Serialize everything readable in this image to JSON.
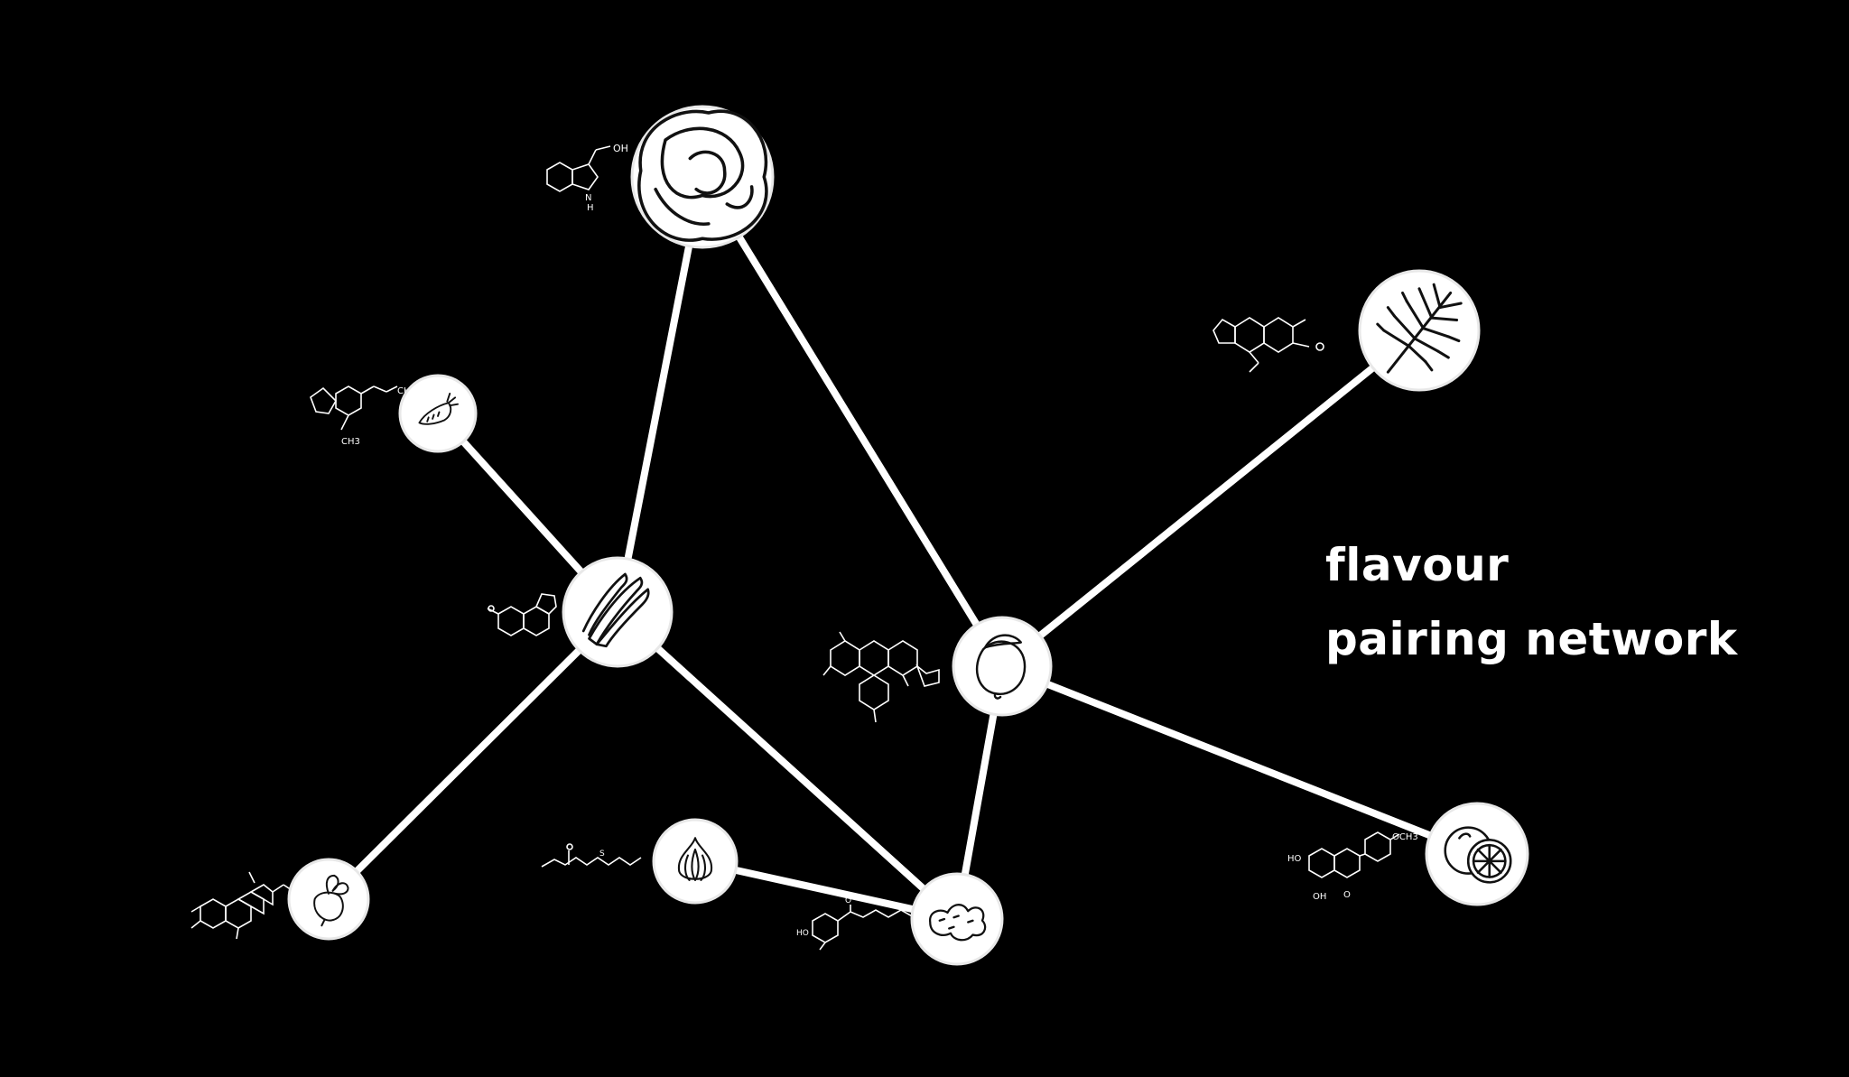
{
  "title": {
    "line1": "flavour",
    "line2": "pairing network"
  },
  "colors": {
    "background": "#000000",
    "edge": "#ffffff",
    "node_fill": "#ffffff",
    "icon_stroke": "#111111",
    "molecule_stroke": "#ffffff"
  },
  "nodes": [
    {
      "id": "cabbage",
      "icon": "cabbage-icon"
    },
    {
      "id": "carrot",
      "icon": "carrot-icon"
    },
    {
      "id": "celery",
      "icon": "celery-icon"
    },
    {
      "id": "dill",
      "icon": "dill-icon"
    },
    {
      "id": "lemon",
      "icon": "lemon-icon"
    },
    {
      "id": "beetroot",
      "icon": "beetroot-icon"
    },
    {
      "id": "garlic",
      "icon": "garlic-icon"
    },
    {
      "id": "ginger",
      "icon": "ginger-icon"
    },
    {
      "id": "grapefruit",
      "icon": "grapefruit-icon"
    }
  ],
  "edges": [
    [
      "cabbage",
      "celery"
    ],
    [
      "cabbage",
      "lemon"
    ],
    [
      "carrot",
      "celery"
    ],
    [
      "celery",
      "beetroot"
    ],
    [
      "celery",
      "ginger"
    ],
    [
      "dill",
      "lemon"
    ],
    [
      "lemon",
      "ginger"
    ],
    [
      "lemon",
      "grapefruit"
    ],
    [
      "garlic",
      "ginger"
    ]
  ],
  "molecule_labels": {
    "cabbage": "OH",
    "cabbage_n": "N",
    "cabbage_h": "H",
    "carrot_top": "CH2",
    "carrot_bottom": "CH3",
    "grapefruit_top": "OCH3",
    "grapefruit_ho": "HO",
    "grapefruit_oh": "OH",
    "grapefruit_o": "O",
    "ginger_ho": "HO",
    "ginger_o": "O",
    "garlic_s": "S"
  }
}
